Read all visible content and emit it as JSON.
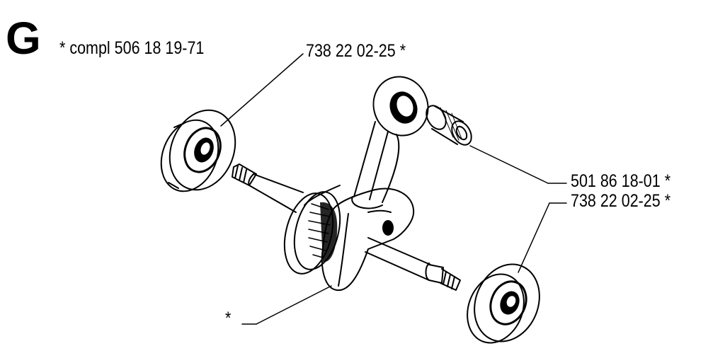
{
  "section": {
    "letter": "G"
  },
  "kit": {
    "label": "*  compl 506 18 19-71"
  },
  "callouts": [
    {
      "id": "bearing-left",
      "text": "738 22 02-25  *"
    },
    {
      "id": "needle-bearing",
      "text": "501 86 18-01  *"
    },
    {
      "id": "bearing-right",
      "text": "738 22 02-25  *"
    },
    {
      "id": "crankshaft",
      "text": "*"
    }
  ],
  "colors": {
    "ink": "#000000",
    "paper": "#ffffff"
  }
}
